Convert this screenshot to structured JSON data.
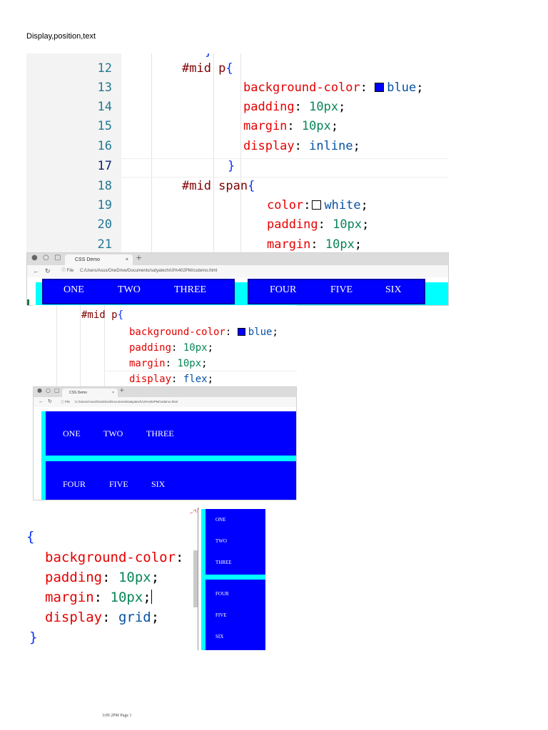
{
  "page": {
    "title": "Display,position,text",
    "footer": "3:09 2PM Page 1"
  },
  "code1": {
    "lines": [
      {
        "num": "12",
        "sel": "#mid p",
        "brace": "{"
      },
      {
        "num": "13",
        "prop": "background-color",
        "value": "blue",
        "swatch": "#0000ff"
      },
      {
        "num": "14",
        "prop": "padding",
        "value": "10px"
      },
      {
        "num": "15",
        "prop": "margin",
        "value": "10px"
      },
      {
        "num": "16",
        "prop": "display",
        "value": "inline"
      },
      {
        "num": "17",
        "brace": "}"
      },
      {
        "num": "18",
        "sel": "#mid span",
        "brace": "{"
      },
      {
        "num": "19",
        "prop": "color",
        "value": "white",
        "swatch": "#ffffff"
      },
      {
        "num": "20",
        "prop": "padding",
        "value": "10px"
      },
      {
        "num": "21",
        "prop": "margin",
        "value": "10px"
      }
    ]
  },
  "browser1": {
    "tab_title": "CSS Demo",
    "address": "C:/Users/Asus/OneDrive/Documents/satyatech/UI%402PM/csdemo.html",
    "items_left": [
      "ONE",
      "TWO",
      "THREE"
    ],
    "items_right": [
      "FOUR",
      "FIVE",
      "SIX"
    ]
  },
  "code2": {
    "selector": "#mid p",
    "lines": [
      {
        "prop": "background-color",
        "value": "blue",
        "swatch": "#0000ff"
      },
      {
        "prop": "padding",
        "value": "10px"
      },
      {
        "prop": "margin",
        "value": "10px"
      },
      {
        "prop": "display",
        "value": "flex"
      }
    ]
  },
  "browser2": {
    "tab_title": "CSS Demo",
    "address": "C:/Users/Asus/OneDrive/Documents/satyatech/UI%402PM/csdemo.html",
    "row1": [
      "ONE",
      "TWO",
      "THREE"
    ],
    "row2": [
      "FOUR",
      "FIVE",
      "SIX"
    ]
  },
  "code3": {
    "lines": [
      {
        "prop": "background-color",
        "value": ""
      },
      {
        "prop": "padding",
        "value": "10px"
      },
      {
        "prop": "margin",
        "value": "10px"
      },
      {
        "prop": "display",
        "value": "grid"
      }
    ]
  },
  "browser3": {
    "group1": [
      "ONE",
      "TWO",
      "THREE"
    ],
    "group2": [
      "FOUR",
      "FIVE",
      "SIX"
    ]
  },
  "colors": {
    "output_blue": "#0000ff",
    "output_cyan": "#00ffff",
    "selector": "#800000",
    "property": "#e50000",
    "number": "#098658",
    "keyword": "#0451a5",
    "brace": "#0431fa",
    "line_number": "#237893"
  }
}
